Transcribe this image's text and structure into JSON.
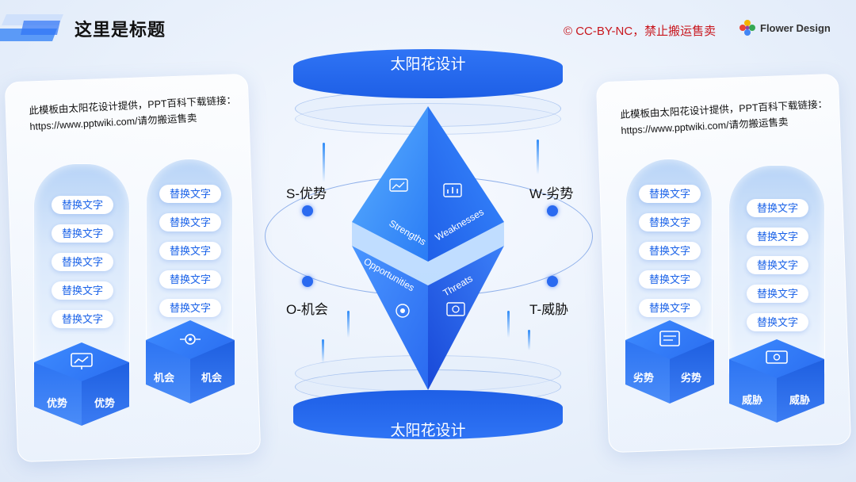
{
  "header": {
    "title": "这里是标题",
    "license": "© CC-BY-NC，禁止搬运售卖",
    "brand": "Flower Design"
  },
  "notes": {
    "left_line1": "此模板由太阳花设计提供，PPT百科下载链接：",
    "left_line2": "https://www.pptwiki.com/请勿搬运售卖",
    "right_line1": "此模板由太阳花设计提供，PPT百科下载链接：",
    "right_line2": "https://www.pptwiki.com/请勿搬运售卖"
  },
  "pillars": [
    {
      "tags": [
        "替换文字",
        "替换文字",
        "替换文字",
        "替换文字",
        "替换文字"
      ],
      "cube_left": "优势",
      "cube_right": "优势"
    },
    {
      "tags": [
        "替换文字",
        "替换文字",
        "替换文字",
        "替换文字",
        "替换文字"
      ],
      "cube_left": "机会",
      "cube_right": "机会"
    },
    {
      "tags": [
        "替换文字",
        "替换文字",
        "替换文字",
        "替换文字",
        "替换文字"
      ],
      "cube_left": "劣势",
      "cube_right": "劣势"
    },
    {
      "tags": [
        "替换文字",
        "替换文字",
        "替换文字",
        "替换文字",
        "替换文字"
      ],
      "cube_left": "威胁",
      "cube_right": "威胁"
    }
  ],
  "center": {
    "top_label": "太阳花设计",
    "bottom_label": "太阳花设计",
    "s_label": "S-优势",
    "w_label": "W-劣势",
    "o_label": "O-机会",
    "t_label": "T-威胁",
    "face_strengths": "Strengths",
    "face_weaknesses": "Weaknesses",
    "face_opportunities": "Opportunities",
    "face_threats": "Threats"
  },
  "colors": {
    "accent": "#1e62e8",
    "license": "#c8161d"
  }
}
